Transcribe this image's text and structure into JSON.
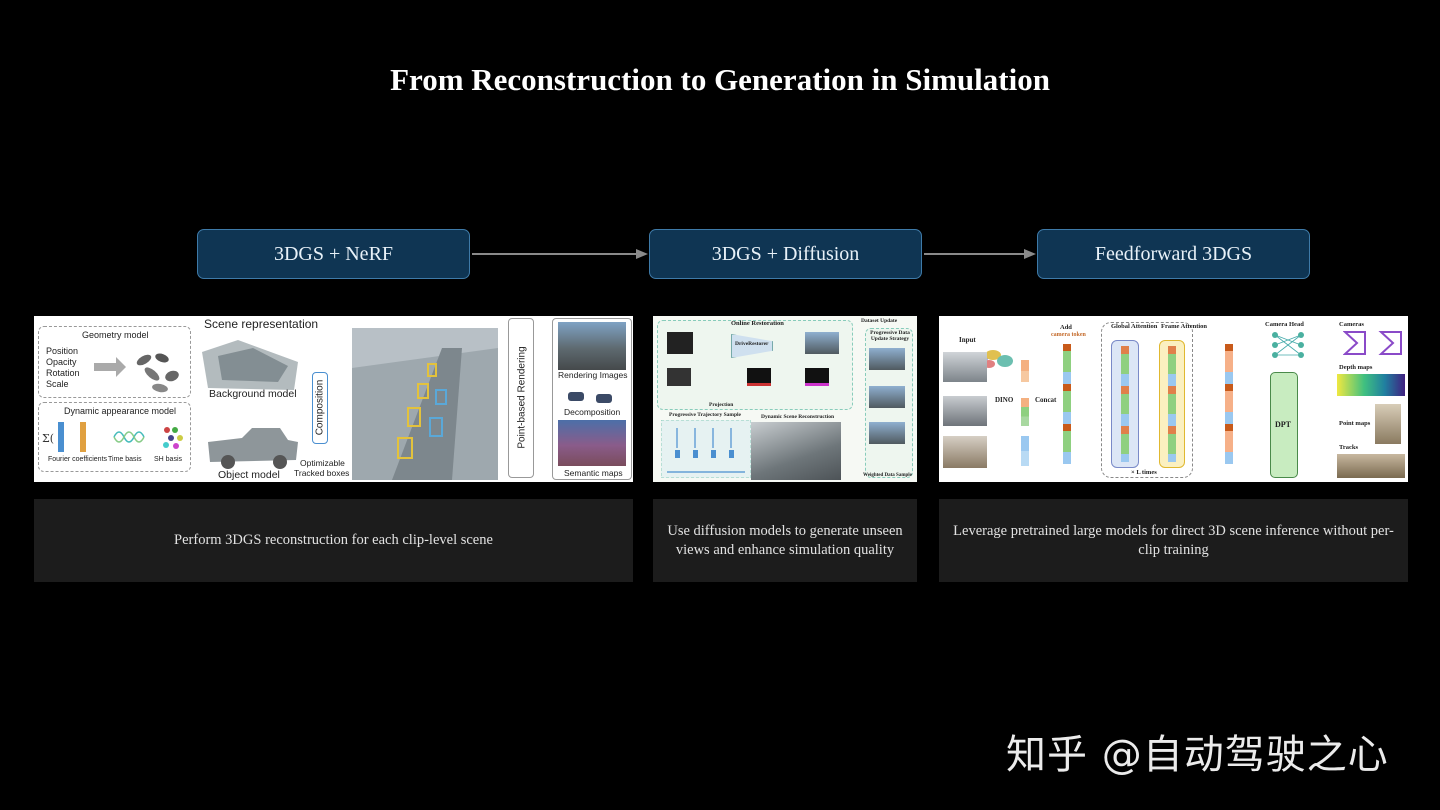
{
  "title": "From Reconstruction to Generation in Simulation",
  "stages": [
    {
      "label": "3DGS + NeRF",
      "caption": "Perform 3DGS reconstruction for each clip-level scene"
    },
    {
      "label": "3DGS + Diffusion",
      "caption": "Use diffusion models to generate unseen views and enhance simulation quality"
    },
    {
      "label": "Feedforward 3DGS",
      "caption": "Leverage pretrained large models for direct 3D scene inference without per-clip training"
    }
  ],
  "panel1": {
    "geometry_model": "Geometry model",
    "position": "Position",
    "opacity": "Opacity",
    "rotation": "Rotation",
    "scale": "Scale",
    "dynamic_appearance": "Dynamic appearance model",
    "fourier": "Fourier coefficients",
    "time_basis": "Time basis",
    "sh_basis": "SH basis",
    "scene_representation": "Scene representation",
    "background_model": "Background model",
    "object_model": "Object model",
    "composition": "Composition",
    "optimizable": "Optimizable",
    "tracked_boxes": "Tracked boxes",
    "point_based": "Point-based Rendering",
    "rendering_images": "Rendering Images",
    "decomposition": "Decomposition",
    "semantic_maps": "Semantic maps"
  },
  "panel2": {
    "online_restoration": "Online Restoration",
    "dataset_update": "Dataset Update",
    "progressive_strategy": "Progressive Data Update Strategy",
    "progressive_sample": "Progressive Trajectory Sample",
    "dynamic_recon": "Dynamic Scene Reconstruction",
    "projection": "Projection",
    "weighted": "Weighted Data Sample",
    "drive_restorer": "DriveRestorer"
  },
  "panel3": {
    "input": "Input",
    "dino": "DINO",
    "concat": "Concat",
    "add": "Add",
    "camera_token": "camera token",
    "global_attention": "Global Attention",
    "frame_attention": "Frame Attention",
    "l_times": "× L times",
    "camera_head": "Camera Head",
    "dpt": "DPT",
    "cameras": "Cameras",
    "depth_maps": "Depth maps",
    "point_maps": "Point maps",
    "tracks": "Tracks"
  },
  "watermark": "知乎 @自动驾驶之心"
}
